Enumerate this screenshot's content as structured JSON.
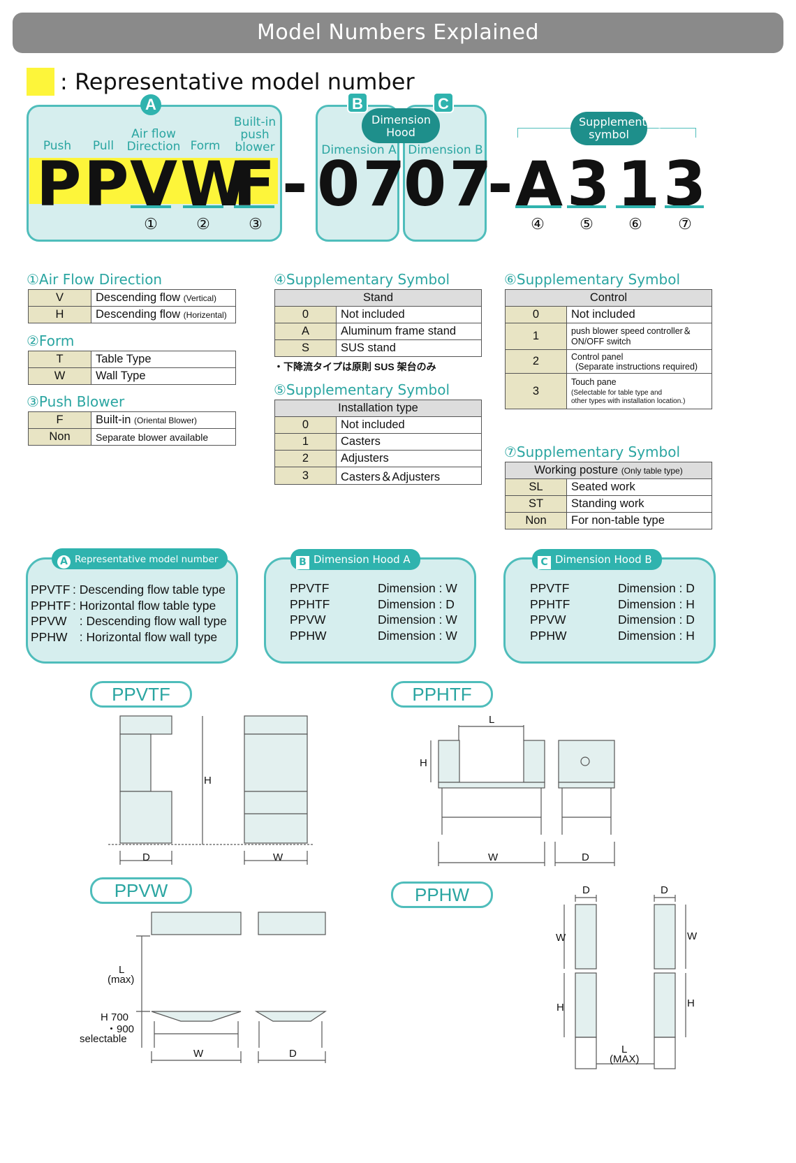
{
  "title": "Model Numbers Explained",
  "legend": {
    "text": ": Representative model number",
    "swatch_color": "#fdf53a"
  },
  "model": {
    "badge_a": "A",
    "badge_b": "B",
    "badge_c": "C",
    "labels": [
      "Push",
      "Pull",
      "Air flow Direction",
      "Form",
      "Built-in push blower"
    ],
    "dimension_hood": "Dimension Hood",
    "dimension_a": "Dimension A",
    "dimension_b": "Dimension B",
    "supplementary": "Supplementary symbol",
    "chars": [
      "P",
      "P",
      "V",
      "W",
      "F",
      "-",
      "07",
      "07",
      "-",
      "A",
      "3",
      "1",
      "3"
    ],
    "circled": [
      "①",
      "②",
      "③",
      "④",
      "⑤",
      "⑥",
      "⑦"
    ]
  },
  "sections": {
    "air_flow": {
      "title": "①Air Flow Direction",
      "rows": [
        {
          "key": "V",
          "value": "Descending flow",
          "note": "(Vertical)"
        },
        {
          "key": "H",
          "value": "Descending flow",
          "note": "(Horizental)"
        }
      ]
    },
    "form": {
      "title": "②Form",
      "rows": [
        {
          "key": "T",
          "value": "Table Type"
        },
        {
          "key": "W",
          "value": "Wall Type"
        }
      ]
    },
    "push_blower": {
      "title": "③Push Blower",
      "rows": [
        {
          "key": "F",
          "value": "Built-in",
          "note": "(Oriental Blower)"
        },
        {
          "key": "Non",
          "value": "Separate blower available"
        }
      ]
    },
    "supp4": {
      "title": "④Supplementary Symbol",
      "header": "Stand",
      "rows": [
        {
          "key": "0",
          "value": "Not included"
        },
        {
          "key": "A",
          "value": "Aluminum frame stand"
        },
        {
          "key": "S",
          "value": "SUS stand"
        }
      ],
      "note": "・下降流タイプは原則 SUS 架台のみ"
    },
    "supp5": {
      "title": "⑤Supplementary Symbol",
      "header": "Installation type",
      "rows": [
        {
          "key": "0",
          "value": "Not included"
        },
        {
          "key": "1",
          "value": "Casters"
        },
        {
          "key": "2",
          "value": "Adjusters"
        },
        {
          "key": "3",
          "value": "Casters＆Adjusters"
        }
      ]
    },
    "supp6": {
      "title": "⑥Supplementary Symbol",
      "header": "Control",
      "rows": [
        {
          "key": "0",
          "value": "Not included"
        },
        {
          "key": "1",
          "value": "push blower speed controller＆",
          "value2": "ON/OFF switch"
        },
        {
          "key": "2",
          "value": "Control panel",
          "value2": "(Separate instructions required)"
        },
        {
          "key": "3",
          "value": "Touch pane",
          "value2": "(Selectable for table type and",
          "value3": "other types with installation location.)"
        }
      ]
    },
    "supp7": {
      "title": "⑦Supplementary Symbol",
      "header": "Working posture",
      "header_note": "(Only table type)",
      "rows": [
        {
          "key": "SL",
          "value": "Seated work"
        },
        {
          "key": "ST",
          "value": "Standing work"
        },
        {
          "key": "Non",
          "value": "For non-table type"
        }
      ]
    }
  },
  "explain": {
    "a": {
      "icon": "A",
      "title": "Representative model number",
      "rows": [
        {
          "model": "PPVTF",
          "desc": ": Descending flow table type"
        },
        {
          "model": "PPHTF",
          "desc": ": Horizontal flow table type"
        },
        {
          "model": "PPVW",
          "desc": "  : Descending flow wall type"
        },
        {
          "model": "PPHW",
          "desc": "  : Horizontal flow wall type"
        }
      ]
    },
    "b": {
      "icon": "B",
      "title": "Dimension Hood A",
      "rows": [
        {
          "model": "PPVTF",
          "dim": "Dimension : W"
        },
        {
          "model": "PPHTF",
          "dim": "Dimension : D"
        },
        {
          "model": "PPVW",
          "dim": "Dimension : W"
        },
        {
          "model": "PPHW",
          "dim": "Dimension : W"
        }
      ]
    },
    "c": {
      "icon": "C",
      "title": "Dimension Hood B",
      "rows": [
        {
          "model": "PPVTF",
          "dim": "Dimension : D"
        },
        {
          "model": "PPHTF",
          "dim": "Dimension : H"
        },
        {
          "model": "PPVW",
          "dim": "Dimension : D"
        },
        {
          "model": "PPHW",
          "dim": "Dimension : H"
        }
      ]
    }
  },
  "drawings": {
    "ppvtf": {
      "label": "PPVTF",
      "h": "H",
      "d": "D",
      "w": "W"
    },
    "pphtf": {
      "label": "PPHTF",
      "l": "L",
      "h": "H",
      "w": "W",
      "d": "D"
    },
    "ppvw": {
      "label": "PPVW",
      "l": "L",
      "max": "(max)",
      "h1": "H 700",
      "h2": "・900",
      "h3": "selectable",
      "w": "W",
      "d": "D"
    },
    "pphw": {
      "label": "PPHW",
      "d": "D",
      "w": "W",
      "h": "H",
      "l": "L",
      "max": "(MAX)"
    }
  }
}
